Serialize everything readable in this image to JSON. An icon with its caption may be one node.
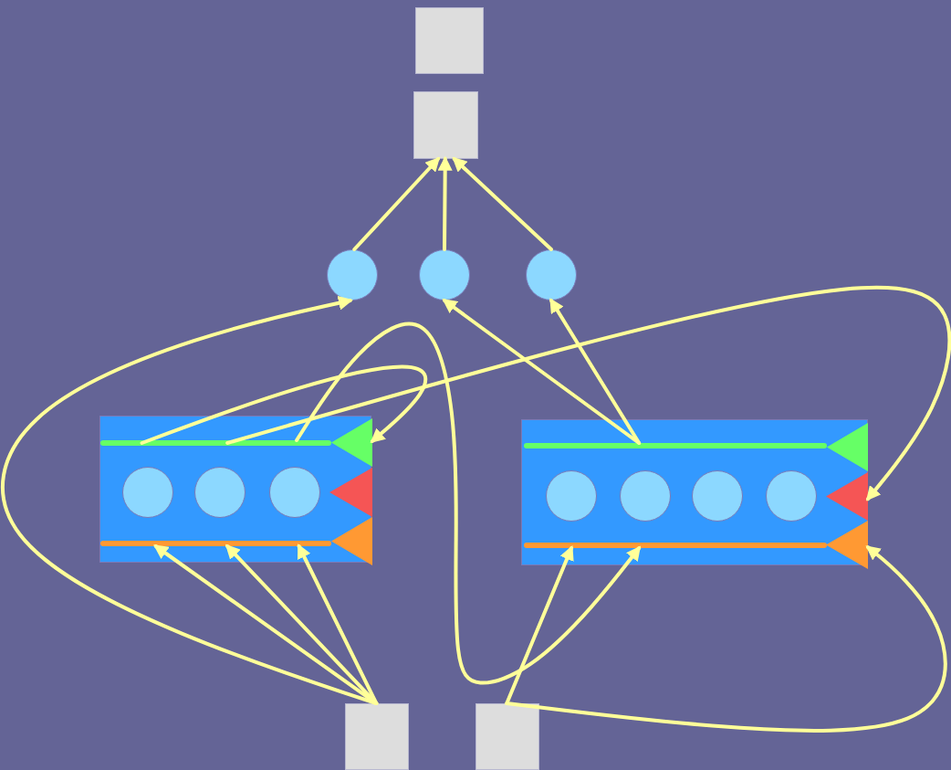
{
  "diagram": {
    "nodes": [
      {
        "text": [],
        "shape": "box"
      },
      {
        "text": [],
        "shape": "box"
      },
      {
        "text": [],
        "shape": "circle"
      },
      {
        "text": [],
        "shape": "circle"
      },
      {
        "text": [],
        "shape": "circle"
      },
      {
        "text": [],
        "shape": "band"
      },
      {
        "text": [],
        "shape": "bar",
        "in": 5
      },
      {
        "text": [],
        "shape": "triangle",
        "in": 5
      },
      {
        "text": [],
        "shape": "circle",
        "in": 5
      },
      {
        "text": [],
        "shape": "circle",
        "in": 5
      },
      {
        "text": [],
        "shape": "circle",
        "in": 5
      },
      {
        "text": [],
        "shape": "triangle",
        "in": 5
      },
      {
        "text": [],
        "shape": "bar",
        "in": 5
      },
      {
        "text": [],
        "shape": "triangle",
        "in": 5
      },
      {
        "text": [],
        "shape": "band"
      },
      {
        "text": [],
        "shape": "bar",
        "in": 14
      },
      {
        "text": [],
        "shape": "triangle",
        "in": 14
      },
      {
        "text": [],
        "shape": "circle",
        "in": 14
      },
      {
        "text": [],
        "shape": "circle",
        "in": 14
      },
      {
        "text": [],
        "shape": "circle",
        "in": 14
      },
      {
        "text": [],
        "shape": "circle",
        "in": 14
      },
      {
        "text": [],
        "shape": "triangle",
        "in": 14
      },
      {
        "text": [],
        "shape": "bar",
        "in": 14
      },
      {
        "text": [],
        "shape": "triangle",
        "in": 14
      },
      {
        "text": [],
        "shape": "box"
      },
      {
        "text": [],
        "shape": "box"
      }
    ],
    "edges": [
      {
        "from": 2,
        "to": 1,
        "arrow": "to"
      },
      {
        "from": 3,
        "to": 1,
        "arrow": "to"
      },
      {
        "from": 4,
        "to": 1,
        "arrow": "to"
      },
      {
        "from": 24,
        "to": 2,
        "arrow": "to"
      },
      {
        "from": 6,
        "to": 7,
        "arrow": "to"
      },
      {
        "from": 6,
        "to": 21,
        "arrow": "to"
      },
      {
        "from": 6,
        "to": 22,
        "arrow": "to"
      },
      {
        "from": 24,
        "to": 12,
        "arrow": "to"
      },
      {
        "from": 24,
        "to": 12,
        "arrow": "to"
      },
      {
        "from": 24,
        "to": 12,
        "arrow": "to"
      },
      {
        "from": 15,
        "to": 3,
        "arrow": "to"
      },
      {
        "from": 15,
        "to": 4,
        "arrow": "to"
      },
      {
        "from": 25,
        "to": 22,
        "arrow": "to"
      },
      {
        "from": 25,
        "to": 23,
        "arrow": "to"
      }
    ]
  }
}
